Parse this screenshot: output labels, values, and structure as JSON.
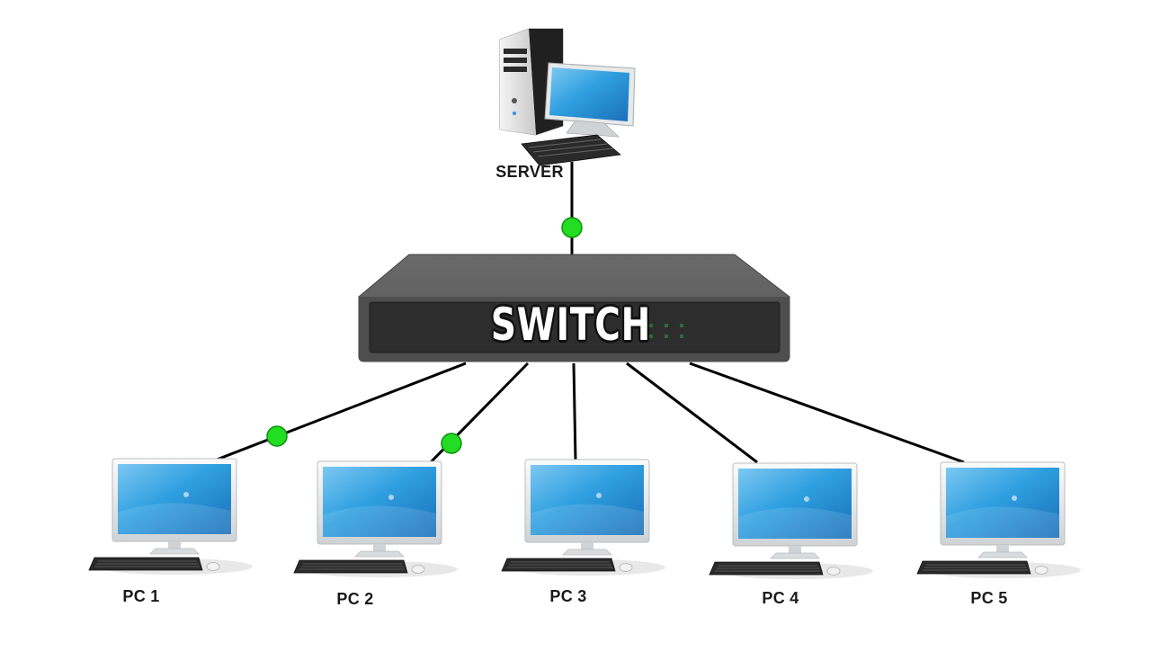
{
  "server": {
    "label": "SERVER"
  },
  "switch": {
    "label": "SWITCH"
  },
  "pcs": [
    {
      "label": "PC 1"
    },
    {
      "label": "PC 2"
    },
    {
      "label": "PC 3"
    },
    {
      "label": "PC 4"
    },
    {
      "label": "PC 5"
    }
  ],
  "colors": {
    "link": "#000000",
    "status_dot": "#22dd22",
    "switch_body": "#5a5a5a",
    "switch_panel": "#2f2f2f",
    "screen": "#2f9fe0"
  }
}
